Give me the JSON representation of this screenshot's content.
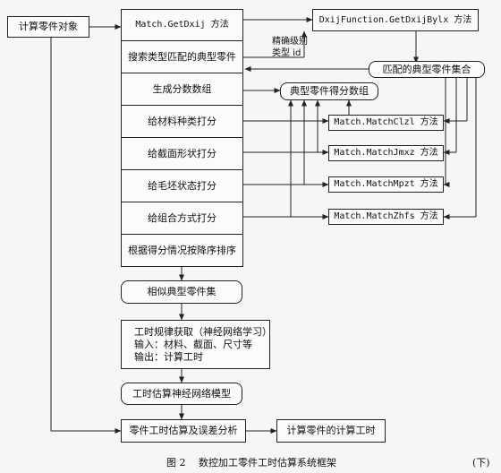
{
  "nodes": {
    "calc_part_object": "计算零件对象",
    "match_getdxij": "Match.GetDxij 方法",
    "search_typical_parts": "搜索类型匹配的典型零件",
    "generate_score_array": "生成分数数组",
    "score_material": "给材料种类打分",
    "score_section": "给截面形状打分",
    "score_blank": "给毛坯状态打分",
    "score_combination": "给组合方式打分",
    "sort_by_score": "根据得分情况按降序排序",
    "dxij_function": "DxijFunction.GetDxijBylx 方法",
    "matched_typical_set": "匹配的典型零件集合",
    "typical_score_array": "典型零件得分数组",
    "match_clzl": "Match.MatchClzl 方法",
    "match_jmxz": "Match.MatchJmxz 方法",
    "match_mpzt": "Match.MatchMpzt 方法",
    "match_zhfs": "Match.MatchZhfs 方法",
    "similar_typical_set": "相似典型零件集",
    "rule_line1": "工时规律获取（神经网络学习）",
    "rule_line2": "输入：材料、截面、尺寸等",
    "rule_line3": "输出：计算工时",
    "nn_model": "工时估算神经网络模型",
    "estimation_error": "零件工时估算及误差分析",
    "calc_result": "计算零件的计算工时"
  },
  "labels": {
    "precision_level": "精确级别",
    "type_id": "类型 id"
  },
  "caption": {
    "figure_no": "图 2",
    "figure_title": "数控加工零件工时估算系统框架",
    "continued": "(下)"
  }
}
